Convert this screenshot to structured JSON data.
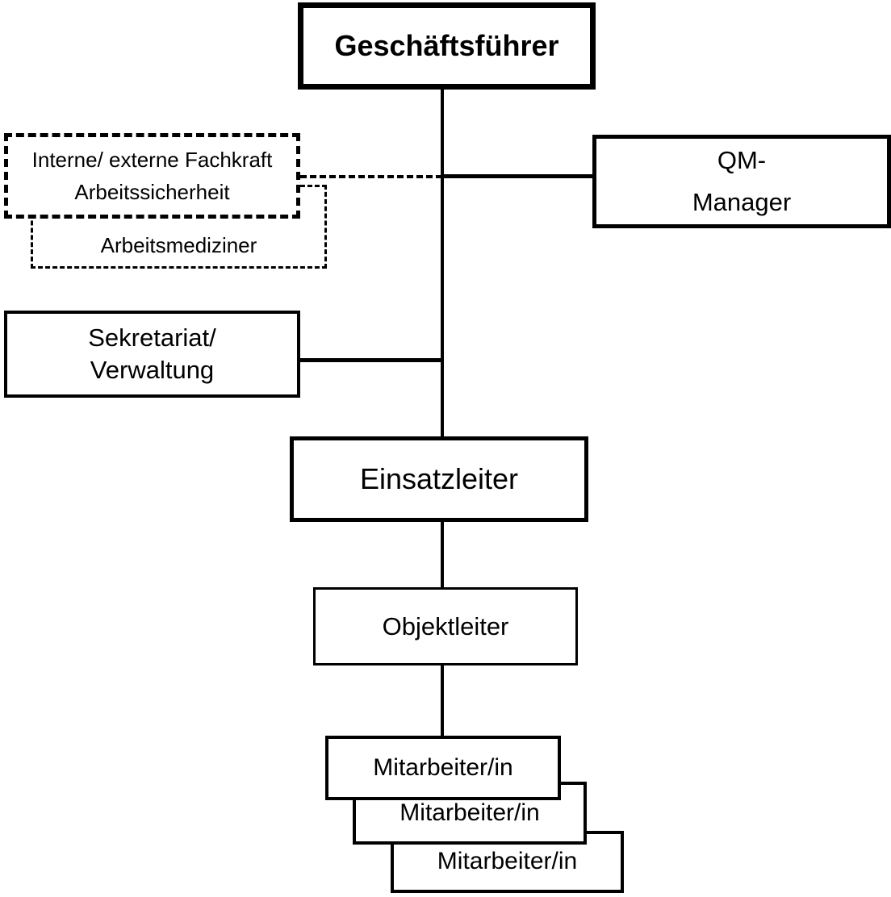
{
  "diagram": {
    "type": "org-chart",
    "colors": {
      "background": "#ffffff",
      "line": "#000000",
      "box_fill": "#ffffff",
      "text": "#000000"
    },
    "nodes": {
      "geschaeftsfuehrer": {
        "label": "Geschäftsführer"
      },
      "fachkraft_arbeitssicherheit": {
        "line1": "Interne/ externe Fachkraft",
        "line2": "Arbeitssicherheit"
      },
      "arbeitsmediziner": {
        "label": "Arbeitsmediziner"
      },
      "qm_manager": {
        "line1": "QM-",
        "line2": "Manager"
      },
      "sekretariat_verwaltung": {
        "line1": "Sekretariat/",
        "line2": "Verwaltung"
      },
      "einsatzleiter": {
        "label": "Einsatzleiter"
      },
      "objektleiter": {
        "label": "Objektleiter"
      },
      "mitarbeiter_1": {
        "label": "Mitarbeiter/in"
      },
      "mitarbeiter_2": {
        "label": "Mitarbeiter/in"
      },
      "mitarbeiter_3": {
        "label": "Mitarbeiter/in"
      }
    }
  }
}
